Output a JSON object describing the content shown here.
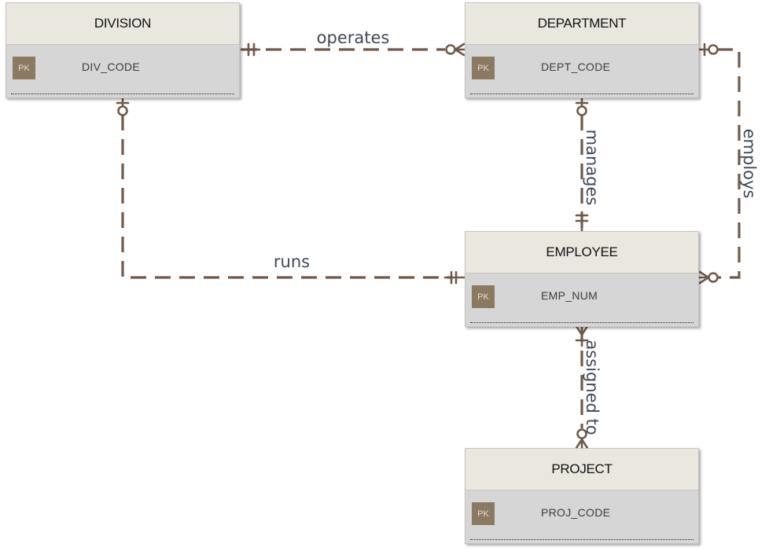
{
  "entities": {
    "division": {
      "title": "DIVISION",
      "pk_label": "PK",
      "attribute": "DIV_CODE"
    },
    "department": {
      "title": "DEPARTMENT",
      "pk_label": "PK",
      "attribute": "DEPT_CODE"
    },
    "employee": {
      "title": "EMPLOYEE",
      "pk_label": "PK",
      "attribute": "EMP_NUM"
    },
    "project": {
      "title": "PROJECT",
      "pk_label": "PK",
      "attribute": "PROJ_CODE"
    }
  },
  "relationships": {
    "operates": "operates",
    "runs": "runs",
    "manages": "manages",
    "employs": "employs",
    "assigned_to": "assigned to"
  },
  "colors": {
    "line": "#70594a",
    "header": "#eae7df",
    "body": "#d6d6d6",
    "pk_badge": "#8b7962"
  }
}
